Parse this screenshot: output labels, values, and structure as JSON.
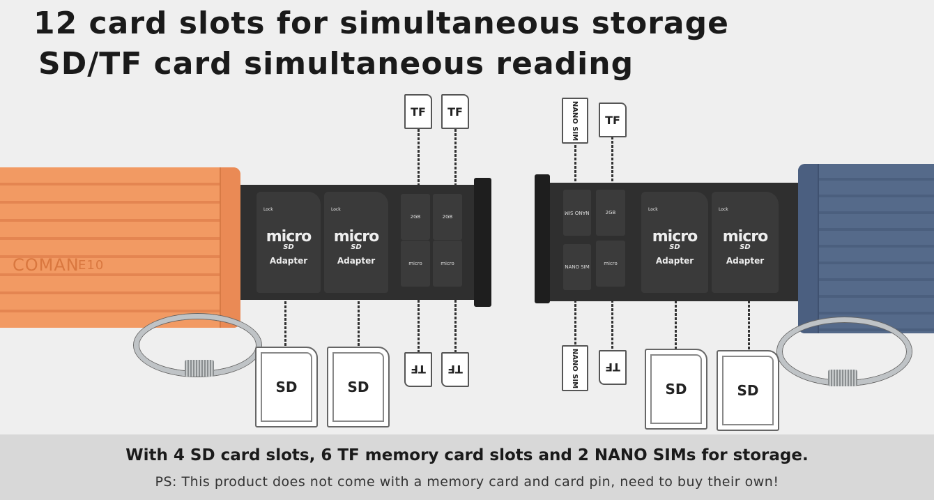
{
  "headline": {
    "line1": "12 card slots for simultaneous storage",
    "line2": "SD/TF card simultaneous reading"
  },
  "product": {
    "brand": "COMAN",
    "model": "E10",
    "colors": {
      "left_case": "#f29a63",
      "right_case": "#556a8a",
      "tube": "#2f2f2f"
    }
  },
  "labels": {
    "tf": "TF",
    "sd": "SD",
    "nano_sim": "NANO SIM",
    "micro": "micro",
    "sd_logo": "SD",
    "adapter": "Adapter",
    "lock": "Lock",
    "capacity": "2GB"
  },
  "footer": {
    "line1": "With 4 SD card slots, 6 TF memory card slots and 2 NANO SIMs for storage.",
    "line2": "PS: This product does not come with a memory card and card pin, need to buy their own!"
  }
}
